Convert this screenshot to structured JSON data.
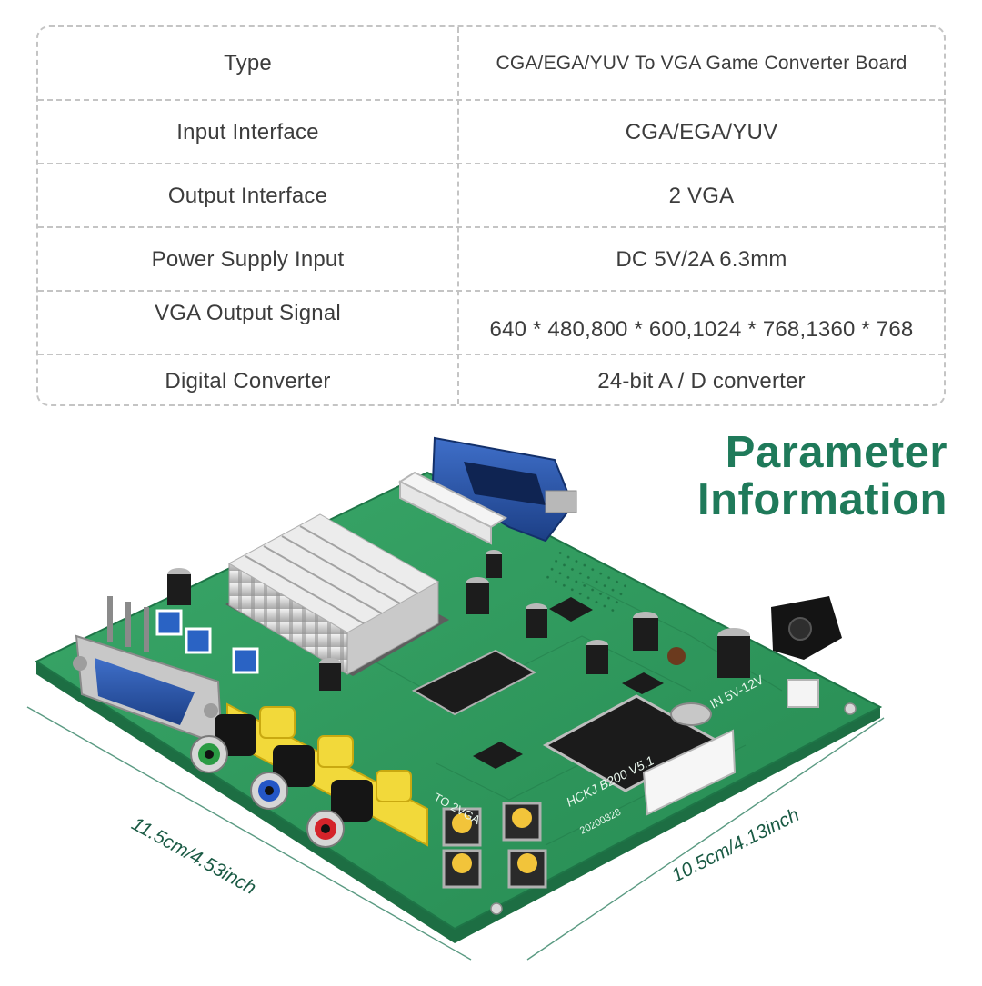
{
  "specs": {
    "rows": [
      {
        "label": "Type",
        "value": "CGA/EGA/YUV To VGA Game Converter Board"
      },
      {
        "label": "Input Interface",
        "value": "CGA/EGA/YUV"
      },
      {
        "label": "Output Interface",
        "value": "2 VGA"
      },
      {
        "label": "Power Supply Input",
        "value": "DC 5V/2A 6.3mm"
      },
      {
        "label": "VGA Output Signal",
        "value": "640 * 480,800 * 600,1024 * 768,1360 * 768"
      },
      {
        "label": "Digital Converter",
        "value": "24-bit A / D converter"
      }
    ]
  },
  "heading": {
    "line1": "Parameter",
    "line2": "Information"
  },
  "dimensions": {
    "length": "11.5cm/4.53inch",
    "width": "10.5cm/4.13inch"
  },
  "board_marks": {
    "model": "HCKJ B200 V5.1",
    "date": "20200328",
    "power_label": "IN 5V-12V",
    "power_label_small": "IN\n5V-12V",
    "out_label": "TO 2VGA"
  },
  "colors": {
    "heading": "#1f7a5a",
    "dimension_text": "#1a5a44",
    "pcb": "#2f9a5e",
    "table_border": "#c4c4c4"
  }
}
